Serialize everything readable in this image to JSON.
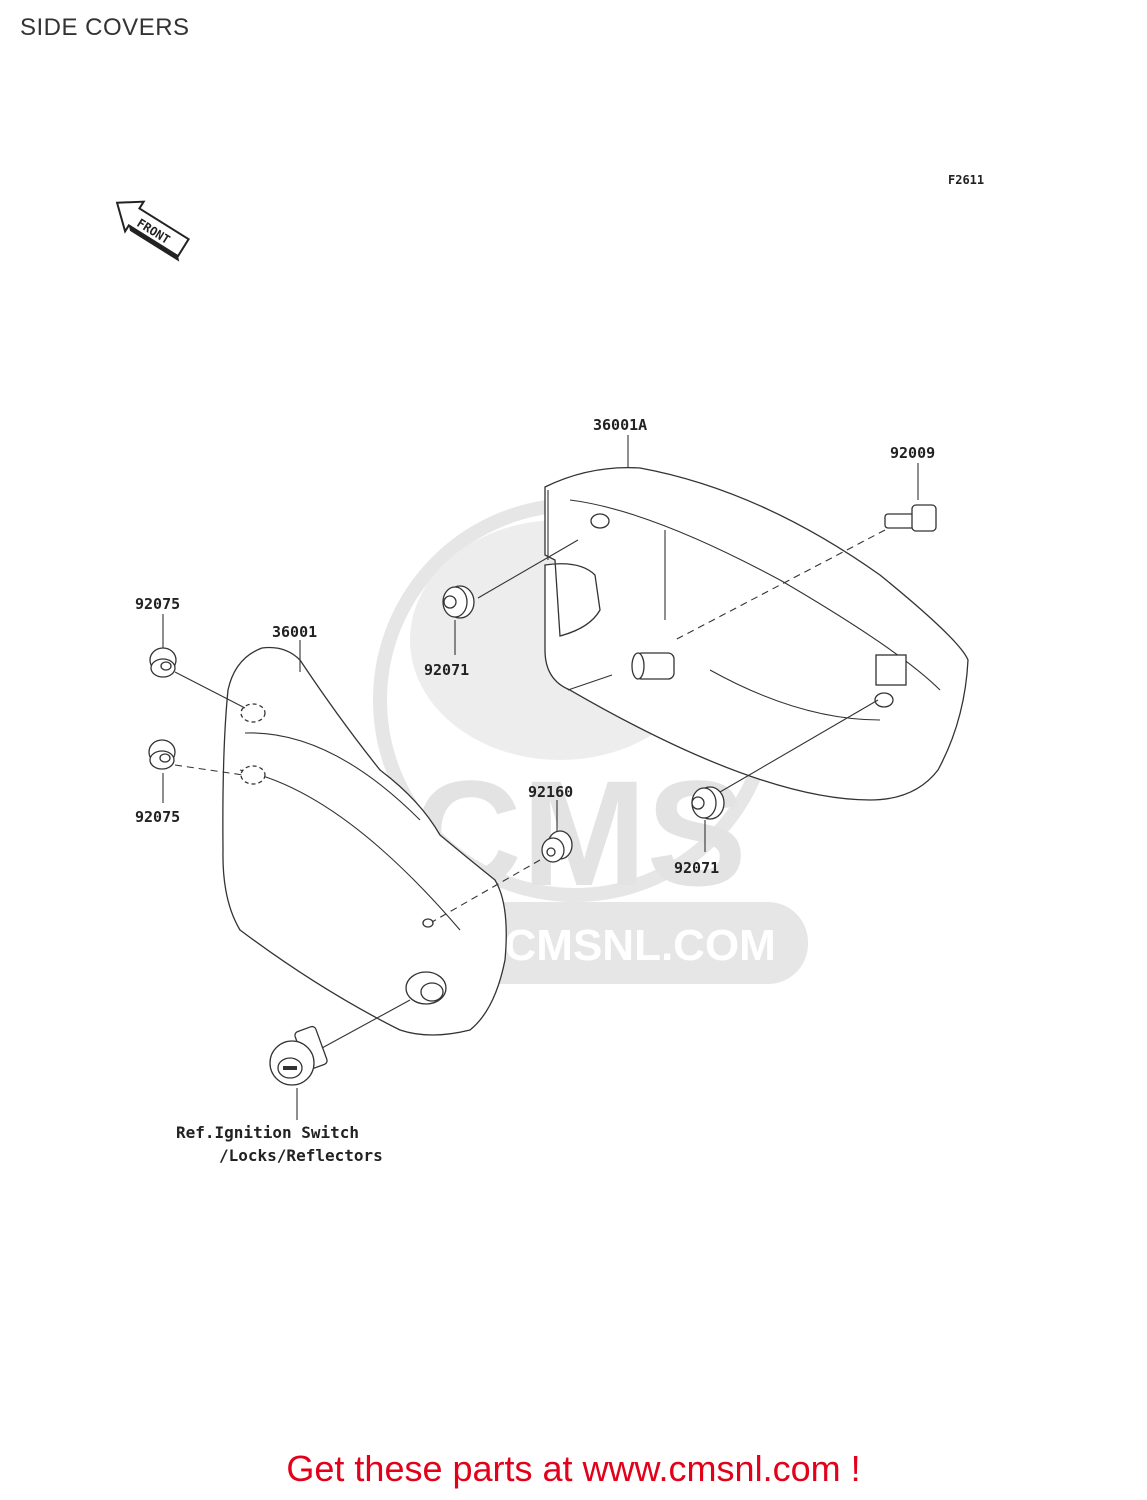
{
  "page": {
    "title": "SIDE COVERS",
    "figure_code": "F2611",
    "front_label": "FRONT",
    "footer": "Get these parts at www.cmsnl.com !"
  },
  "watermark": {
    "brand": "CMS",
    "url": "WWW.CMSNL.COM",
    "color": "#e3e3e3"
  },
  "callouts": {
    "cover_right": "36001A",
    "bolt": "92009",
    "grommet_right_top": "92071",
    "grommet_right_bottom": "92071",
    "cover_left": "36001",
    "grommet_left_top": "92075",
    "grommet_left_bottom": "92075",
    "damper": "92160"
  },
  "reference": {
    "line1": "Ref.Ignition Switch",
    "line2": "/Locks/Reflectors"
  },
  "colors": {
    "footer": "#e2001a",
    "line": "#333333"
  }
}
